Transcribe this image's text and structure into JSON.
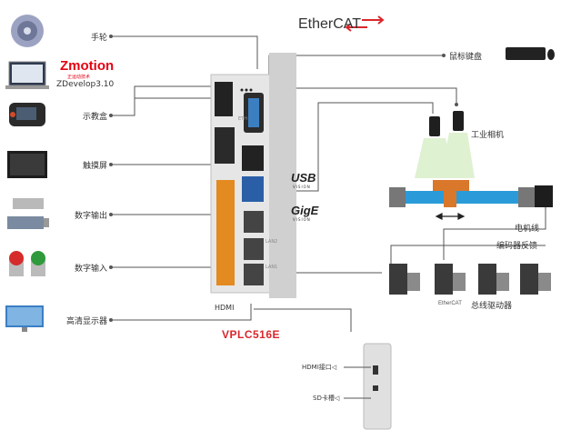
{
  "left_labels": {
    "handwheel": "手轮",
    "zdevelop": "ZDevelop3.10",
    "teach_pendant": "示教盒",
    "touchscreen": "触摸屏",
    "digital_output": "数字输出",
    "digital_input": "数字输入",
    "hd_display": "高清显示器"
  },
  "brands": {
    "zmotion": "Zmotion",
    "zmotion_sub": "正运动技术",
    "ethercat": "EtherCAT",
    "usb": "USB",
    "usb_sub": "VISION",
    "gige": "GigE",
    "gige_sub": "VISION",
    "ethercat_small": "EtherCAT"
  },
  "right_labels": {
    "mouse_keyboard": "鼠标键盘",
    "industrial_camera": "工业相机",
    "motor_cable": "电机线",
    "encoder_feedback": "编码器反馈",
    "bus_driver": "总线驱动器"
  },
  "controller": {
    "hdmi": "HDMI",
    "model": "VPLC516E",
    "ports": [
      "ETH",
      "LAN2",
      "LAN1"
    ]
  },
  "side_device": {
    "hdmi_port": "HDMI接口◁",
    "sd_slot": "SD卡槽◁"
  },
  "colors": {
    "line": "#555555",
    "model_red": "#d9262c",
    "zmotion_red": "#e60012",
    "cable_blue": "#2a9bd8",
    "slider_orange": "#d9772b"
  }
}
